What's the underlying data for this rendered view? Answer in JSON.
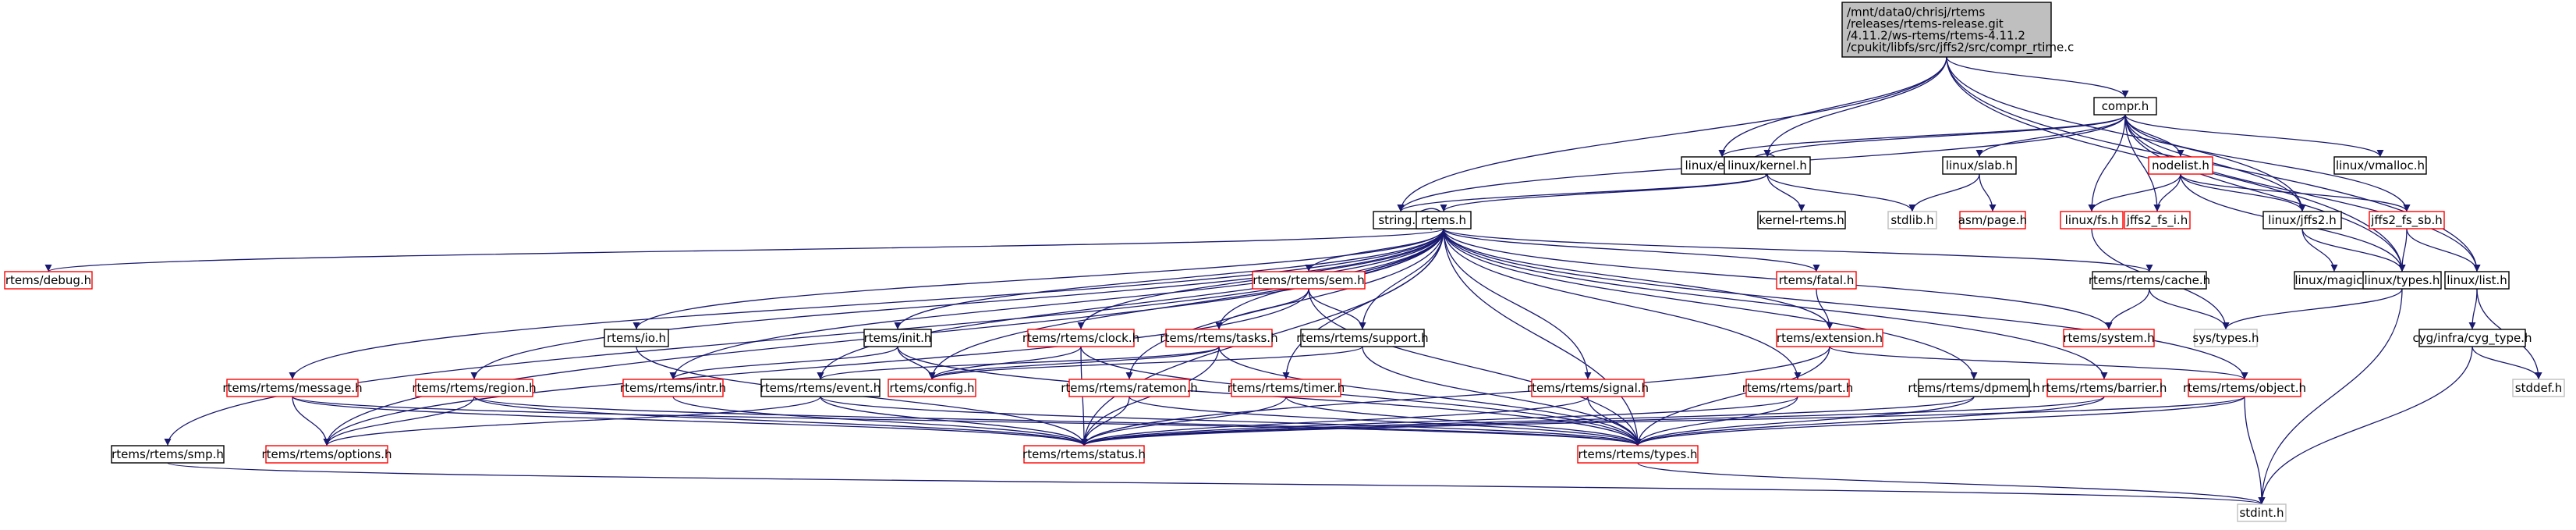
{
  "colors": {
    "edge": "#191970",
    "black_border": "#000000",
    "red_border": "#ff0000",
    "grey_border": "#bfbfbf",
    "root_fill": "#bfbfbf",
    "fill": "#ffffff"
  },
  "diagram": {
    "nodes": [
      {
        "id": "root",
        "lines": [
          "/mnt/data0/chrisj/rtems",
          "/releases/rtems-release.git",
          "/4.11.2/ws-rtems/rtems-4.11.2",
          "/cpukit/libfs/src/jffs2/src/compr_rtime.c"
        ],
        "style": "root"
      },
      {
        "id": "compr",
        "lines": [
          "compr.h"
        ],
        "style": "black"
      },
      {
        "id": "errno",
        "lines": [
          "linux/errno.h"
        ],
        "style": "black"
      },
      {
        "id": "kernel",
        "lines": [
          "linux/kernel.h"
        ],
        "style": "black"
      },
      {
        "id": "slab",
        "lines": [
          "linux/slab.h"
        ],
        "style": "black"
      },
      {
        "id": "nodelist",
        "lines": [
          "nodelist.h"
        ],
        "style": "red"
      },
      {
        "id": "vmalloc",
        "lines": [
          "linux/vmalloc.h"
        ],
        "style": "black"
      },
      {
        "id": "string",
        "lines": [
          "string.h"
        ],
        "style": "black"
      },
      {
        "id": "rtemsh",
        "lines": [
          "rtems.h"
        ],
        "style": "black"
      },
      {
        "id": "kernelrtems",
        "lines": [
          "kernel-rtems.h"
        ],
        "style": "black"
      },
      {
        "id": "stdlib",
        "lines": [
          "stdlib.h"
        ],
        "style": "grey"
      },
      {
        "id": "asmpage",
        "lines": [
          "asm/page.h"
        ],
        "style": "red"
      },
      {
        "id": "fs",
        "lines": [
          "linux/fs.h"
        ],
        "style": "red"
      },
      {
        "id": "jffs2fsi",
        "lines": [
          "jffs2_fs_i.h"
        ],
        "style": "red"
      },
      {
        "id": "jffs2",
        "lines": [
          "linux/jffs2.h"
        ],
        "style": "black"
      },
      {
        "id": "jffs2sb",
        "lines": [
          "jffs2_fs_sb.h"
        ],
        "style": "red"
      },
      {
        "id": "magic",
        "lines": [
          "linux/magic.h"
        ],
        "style": "black"
      },
      {
        "id": "types",
        "lines": [
          "linux/types.h"
        ],
        "style": "black"
      },
      {
        "id": "list",
        "lines": [
          "linux/list.h"
        ],
        "style": "black"
      },
      {
        "id": "debug",
        "lines": [
          "rtems/debug.h"
        ],
        "style": "red"
      },
      {
        "id": "sem",
        "lines": [
          "rtems/rtems/sem.h"
        ],
        "style": "red"
      },
      {
        "id": "fatal",
        "lines": [
          "rtems/fatal.h"
        ],
        "style": "red"
      },
      {
        "id": "cache",
        "lines": [
          "rtems/rtems/cache.h"
        ],
        "style": "black"
      },
      {
        "id": "io",
        "lines": [
          "rtems/io.h"
        ],
        "style": "black"
      },
      {
        "id": "init",
        "lines": [
          "rtems/init.h"
        ],
        "style": "black"
      },
      {
        "id": "clock",
        "lines": [
          "rtems/rtems/clock.h"
        ],
        "style": "red"
      },
      {
        "id": "tasks",
        "lines": [
          "rtems/rtems/tasks.h"
        ],
        "style": "red"
      },
      {
        "id": "support",
        "lines": [
          "rtems/rtems/support.h"
        ],
        "style": "black"
      },
      {
        "id": "extension",
        "lines": [
          "rtems/extension.h"
        ],
        "style": "red"
      },
      {
        "id": "system",
        "lines": [
          "rtems/system.h"
        ],
        "style": "red"
      },
      {
        "id": "systypes",
        "lines": [
          "sys/types.h"
        ],
        "style": "grey"
      },
      {
        "id": "cygtype",
        "lines": [
          "cyg/infra/cyg_type.h"
        ],
        "style": "black"
      },
      {
        "id": "message",
        "lines": [
          "rtems/rtems/message.h"
        ],
        "style": "red"
      },
      {
        "id": "region",
        "lines": [
          "rtems/rtems/region.h"
        ],
        "style": "red"
      },
      {
        "id": "intr",
        "lines": [
          "rtems/rtems/intr.h"
        ],
        "style": "red"
      },
      {
        "id": "event",
        "lines": [
          "rtems/rtems/event.h"
        ],
        "style": "black"
      },
      {
        "id": "config",
        "lines": [
          "rtems/config.h"
        ],
        "style": "red"
      },
      {
        "id": "ratemon",
        "lines": [
          "rtems/rtems/ratemon.h"
        ],
        "style": "red"
      },
      {
        "id": "timer",
        "lines": [
          "rtems/rtems/timer.h"
        ],
        "style": "red"
      },
      {
        "id": "signal",
        "lines": [
          "rtems/rtems/signal.h"
        ],
        "style": "red"
      },
      {
        "id": "part",
        "lines": [
          "rtems/rtems/part.h"
        ],
        "style": "red"
      },
      {
        "id": "dpmem",
        "lines": [
          "rtems/rtems/dpmem.h"
        ],
        "style": "black"
      },
      {
        "id": "barrier",
        "lines": [
          "rtems/rtems/barrier.h"
        ],
        "style": "red"
      },
      {
        "id": "object",
        "lines": [
          "rtems/rtems/object.h"
        ],
        "style": "red"
      },
      {
        "id": "stddef",
        "lines": [
          "stddef.h"
        ],
        "style": "grey"
      },
      {
        "id": "smp",
        "lines": [
          "rtems/rtems/smp.h"
        ],
        "style": "black"
      },
      {
        "id": "options",
        "lines": [
          "rtems/rtems/options.h"
        ],
        "style": "red"
      },
      {
        "id": "status",
        "lines": [
          "rtems/rtems/status.h"
        ],
        "style": "red"
      },
      {
        "id": "rtypes",
        "lines": [
          "rtems/rtems/types.h"
        ],
        "style": "red"
      },
      {
        "id": "stdint",
        "lines": [
          "stdint.h"
        ],
        "style": "grey"
      }
    ],
    "edges": [
      [
        "root",
        "compr"
      ],
      [
        "root",
        "errno"
      ],
      [
        "root",
        "kernel"
      ],
      [
        "root",
        "string"
      ],
      [
        "root",
        "jffs2"
      ],
      [
        "root",
        "types"
      ],
      [
        "root",
        "list"
      ],
      [
        "compr",
        "errno"
      ],
      [
        "compr",
        "kernel"
      ],
      [
        "compr",
        "slab"
      ],
      [
        "compr",
        "nodelist"
      ],
      [
        "compr",
        "vmalloc"
      ],
      [
        "compr",
        "string"
      ],
      [
        "compr",
        "fs"
      ],
      [
        "compr",
        "jffs2fsi"
      ],
      [
        "compr",
        "jffs2"
      ],
      [
        "compr",
        "jffs2sb"
      ],
      [
        "compr",
        "types"
      ],
      [
        "compr",
        "list"
      ],
      [
        "errno",
        "errno"
      ],
      [
        "string",
        "string"
      ],
      [
        "kernel",
        "rtemsh"
      ],
      [
        "kernel",
        "kernelrtems"
      ],
      [
        "kernel",
        "stdlib"
      ],
      [
        "kernel",
        "string"
      ],
      [
        "slab",
        "stdlib"
      ],
      [
        "slab",
        "asmpage"
      ],
      [
        "nodelist",
        "fs"
      ],
      [
        "nodelist",
        "jffs2fsi"
      ],
      [
        "nodelist",
        "jffs2"
      ],
      [
        "nodelist",
        "jffs2sb"
      ],
      [
        "nodelist",
        "types"
      ],
      [
        "fs",
        "systypes"
      ],
      [
        "jffs2",
        "magic"
      ],
      [
        "jffs2",
        "types"
      ],
      [
        "jffs2sb",
        "types"
      ],
      [
        "jffs2sb",
        "list"
      ],
      [
        "types",
        "systypes"
      ],
      [
        "types",
        "stdint"
      ],
      [
        "list",
        "cygtype"
      ],
      [
        "list",
        "stddef"
      ],
      [
        "cygtype",
        "stddef"
      ],
      [
        "cygtype",
        "stdint"
      ],
      [
        "rtemsh",
        "debug"
      ],
      [
        "rtemsh",
        "sem"
      ],
      [
        "rtemsh",
        "fatal"
      ],
      [
        "rtemsh",
        "cache"
      ],
      [
        "rtemsh",
        "io"
      ],
      [
        "rtemsh",
        "init"
      ],
      [
        "rtemsh",
        "clock"
      ],
      [
        "rtemsh",
        "tasks"
      ],
      [
        "rtemsh",
        "support"
      ],
      [
        "rtemsh",
        "extension"
      ],
      [
        "rtemsh",
        "system"
      ],
      [
        "rtemsh",
        "message"
      ],
      [
        "rtemsh",
        "region"
      ],
      [
        "rtemsh",
        "intr"
      ],
      [
        "rtemsh",
        "event"
      ],
      [
        "rtemsh",
        "config"
      ],
      [
        "rtemsh",
        "ratemon"
      ],
      [
        "rtemsh",
        "timer"
      ],
      [
        "rtemsh",
        "signal"
      ],
      [
        "rtemsh",
        "part"
      ],
      [
        "rtemsh",
        "dpmem"
      ],
      [
        "rtemsh",
        "barrier"
      ],
      [
        "rtemsh",
        "object"
      ],
      [
        "rtemsh",
        "smp"
      ],
      [
        "rtemsh",
        "options"
      ],
      [
        "rtemsh",
        "status"
      ],
      [
        "rtemsh",
        "rtypes"
      ],
      [
        "sem",
        "tasks"
      ],
      [
        "sem",
        "support"
      ],
      [
        "sem",
        "options"
      ],
      [
        "sem",
        "rtypes"
      ],
      [
        "fatal",
        "extension"
      ],
      [
        "cache",
        "system"
      ],
      [
        "cache",
        "systypes"
      ],
      [
        "io",
        "status"
      ],
      [
        "init",
        "intr"
      ],
      [
        "init",
        "config"
      ],
      [
        "init",
        "rtypes"
      ],
      [
        "clock",
        "config"
      ],
      [
        "clock",
        "status"
      ],
      [
        "clock",
        "rtypes"
      ],
      [
        "tasks",
        "event"
      ],
      [
        "tasks",
        "config"
      ],
      [
        "tasks",
        "status"
      ],
      [
        "tasks",
        "rtypes"
      ],
      [
        "support",
        "config"
      ],
      [
        "support",
        "rtypes"
      ],
      [
        "extension",
        "object"
      ],
      [
        "extension",
        "status"
      ],
      [
        "extension",
        "rtypes"
      ],
      [
        "message",
        "options"
      ],
      [
        "message",
        "status"
      ],
      [
        "message",
        "rtypes"
      ],
      [
        "region",
        "options"
      ],
      [
        "region",
        "status"
      ],
      [
        "region",
        "rtypes"
      ],
      [
        "intr",
        "status"
      ],
      [
        "event",
        "options"
      ],
      [
        "event",
        "status"
      ],
      [
        "event",
        "rtypes"
      ],
      [
        "ratemon",
        "status"
      ],
      [
        "ratemon",
        "rtypes"
      ],
      [
        "timer",
        "status"
      ],
      [
        "timer",
        "rtypes"
      ],
      [
        "signal",
        "status"
      ],
      [
        "signal",
        "rtypes"
      ],
      [
        "part",
        "status"
      ],
      [
        "part",
        "rtypes"
      ],
      [
        "dpmem",
        "status"
      ],
      [
        "dpmem",
        "rtypes"
      ],
      [
        "barrier",
        "status"
      ],
      [
        "barrier",
        "rtypes"
      ],
      [
        "object",
        "rtypes"
      ],
      [
        "object",
        "status"
      ],
      [
        "object",
        "stdint"
      ],
      [
        "smp",
        "stdint"
      ],
      [
        "rtypes",
        "stdint"
      ]
    ]
  }
}
